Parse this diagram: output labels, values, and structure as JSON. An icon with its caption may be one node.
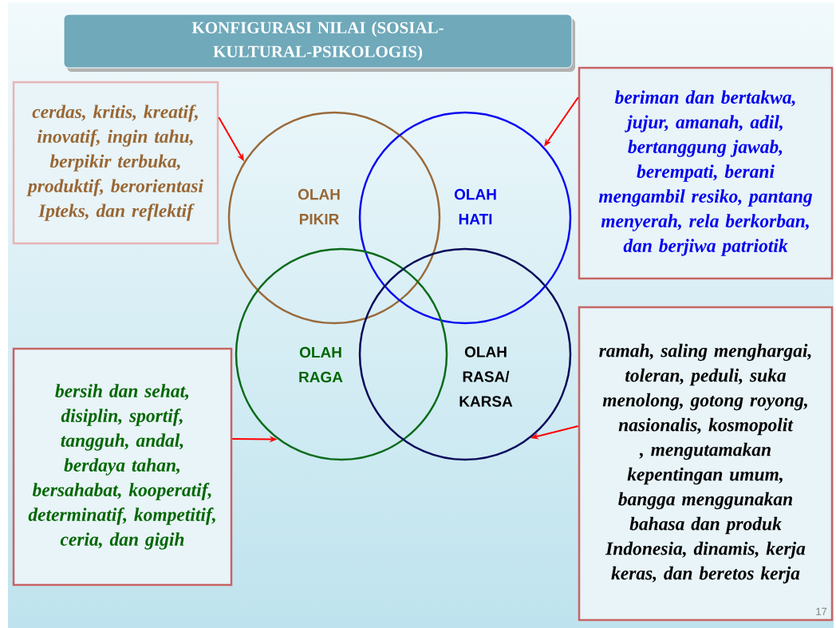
{
  "diagram": {
    "title": "KONFIGURASI NILAI (SOSIAL-KULTURAL-PSIKOLOGIS)",
    "nodes": [
      {
        "text": [
          "cerdas, kritis, kreatif, inovatif, ingin tahu, berpikir terbuka, produktif, berorientasi Ipteks, dan reflektif"
        ]
      },
      {
        "text": [
          "beriman dan bertakwa, jujur, amanah, adil, bertanggung jawab, berempati, berani mengambil resiko, pantang menyerah, rela berkorban, dan berjiwa patriotik"
        ]
      },
      {
        "text": [
          "OLAH PIKIR"
        ]
      },
      {
        "text": [
          "OLAH HATI"
        ]
      },
      {
        "text": [
          "OLAH RAGA"
        ]
      },
      {
        "text": [
          "OLAH RASA/ KARSA"
        ]
      },
      {
        "text": [
          "bersih dan sehat, disiplin, sportif, tangguh, andal, berdaya tahan, bersahabat, kooperatif, determinatif, kompetitif, ceria, dan gigih"
        ]
      },
      {
        "text": [
          "ramah, saling menghargai, toleran, peduli, suka menolong, gotong royong, nasionalis, kosmopolit , mengutamakan kepentingan umum, bangga menggunakan bahasa dan produk Indonesia, dinamis, kerja keras, dan beretos kerja"
        ]
      }
    ],
    "edges": [
      {
        "from": 0,
        "to": 2,
        "arrow": "to"
      },
      {
        "from": 1,
        "to": 3,
        "arrow": "to"
      },
      {
        "from": 6,
        "to": 4,
        "arrow": "to"
      },
      {
        "from": 7,
        "to": 5,
        "arrow": "to"
      }
    ],
    "labels": [
      "17"
    ]
  }
}
